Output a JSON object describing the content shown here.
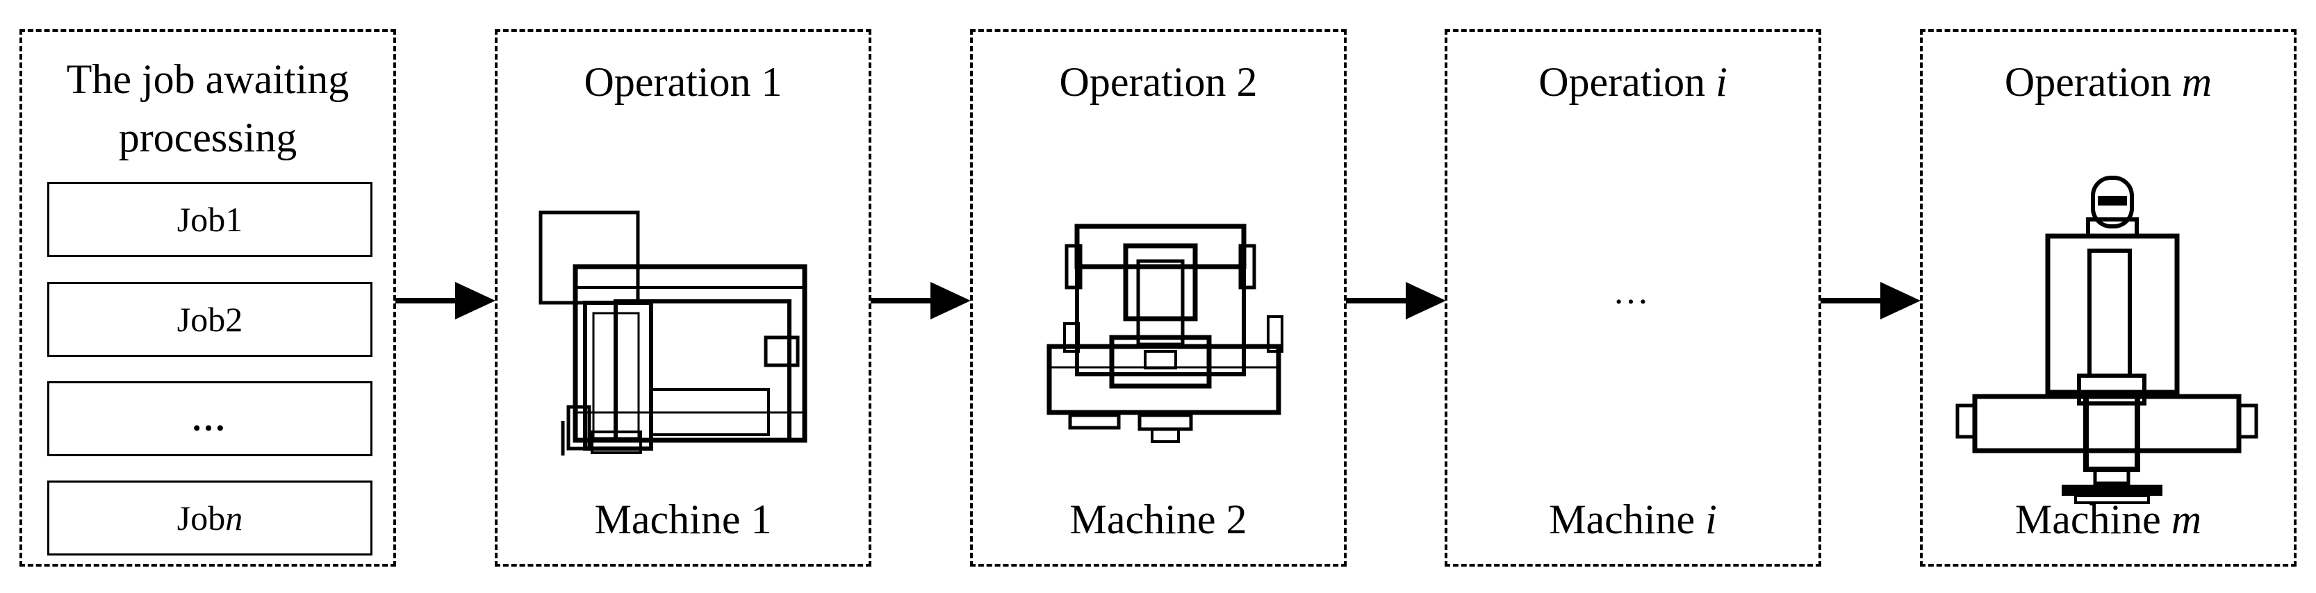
{
  "queue": {
    "title": "The job awaiting processing",
    "jobs": [
      {
        "label": "Job ",
        "index": "1"
      },
      {
        "label": "Job ",
        "index": "2"
      },
      {
        "label": "…",
        "index": ""
      },
      {
        "label": "Job ",
        "index": "n"
      }
    ]
  },
  "stages": [
    {
      "title": "Operation ",
      "index": "1",
      "machine": "Machine ",
      "machine_index": "1",
      "machine_icon": "lathe-machine-icon"
    },
    {
      "title": "Operation ",
      "index": "2",
      "machine": "Machine ",
      "machine_index": "2",
      "machine_icon": "milling-machine-icon"
    },
    {
      "title": "Operation ",
      "index": "i",
      "machine": "Machine ",
      "machine_index": "i",
      "machine_icon": "ellipsis",
      "placeholder": "…"
    },
    {
      "title": "Operation ",
      "index": "m",
      "machine": "Machine ",
      "machine_index": "m",
      "machine_icon": "drilling-machine-icon"
    }
  ],
  "arrows": 4,
  "colors": {
    "line": "#000000",
    "background": "#ffffff"
  }
}
